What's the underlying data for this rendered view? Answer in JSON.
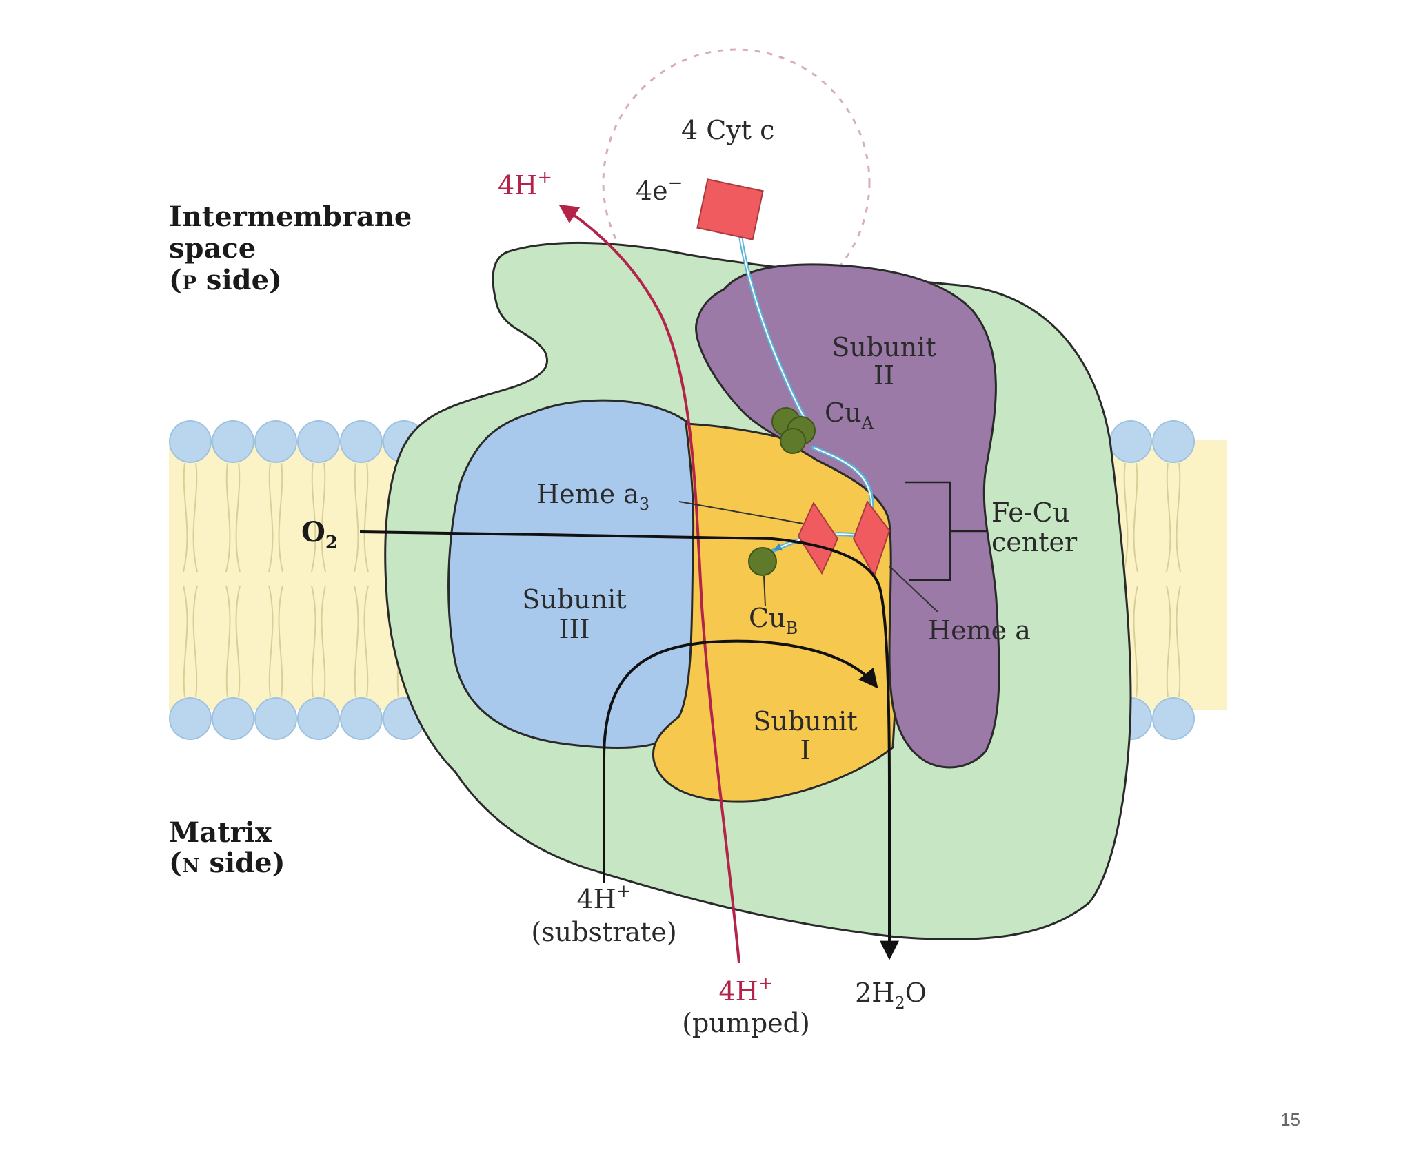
{
  "labels": {
    "intermembrane_line1": "Intermembrane",
    "intermembrane_line2": "space",
    "intermembrane_line3_prefix": "(",
    "intermembrane_line3_small": "P",
    "intermembrane_line3_suffix": " side)",
    "matrix_line1": "Matrix",
    "matrix_line2_prefix": "(",
    "matrix_line2_small": "N",
    "matrix_line2_suffix": " side)",
    "cyt_c": "4 Cyt c",
    "electrons": "4e",
    "electrons_sup": "−",
    "h_top": "4H",
    "h_top_sup": "+",
    "subunit_ii_line1": "Subunit",
    "subunit_ii_line2": "II",
    "cu_a": "Cu",
    "cu_a_sub": "A",
    "heme_a3": "Heme a",
    "heme_a3_sub": "3",
    "o2": "O",
    "o2_sub": "2",
    "fe_cu_line1": "Fe-Cu",
    "fe_cu_line2": "center",
    "subunit_iii_line1": "Subunit",
    "subunit_iii_line2": "III",
    "cu_b": "Cu",
    "cu_b_sub": "B",
    "heme_a": "Heme a",
    "subunit_i_line1": "Subunit",
    "subunit_i_line2": "I",
    "h_substrate": "4H",
    "h_substrate_sup": "+",
    "substrate": "(substrate)",
    "h_pumped": "4H",
    "h_pumped_sup": "+",
    "pumped": "(pumped)",
    "water": "2H",
    "water_sub": "2",
    "water_tail": "O"
  },
  "slide_number": "15",
  "colors": {
    "membrane_heads": "#b9d6ee",
    "membrane_core": "#fbf3c6",
    "complex_body": "#c7e6c3",
    "subunit_i": "#f6c94e",
    "subunit_ii": "#9b7aa8",
    "subunit_iii": "#a9c9ec",
    "heme": "#ef5b5e",
    "copper": "#5f7a2a",
    "proton_path": "#b3234a",
    "electron_path": "#58b4d8",
    "o2_path": "#111111"
  }
}
